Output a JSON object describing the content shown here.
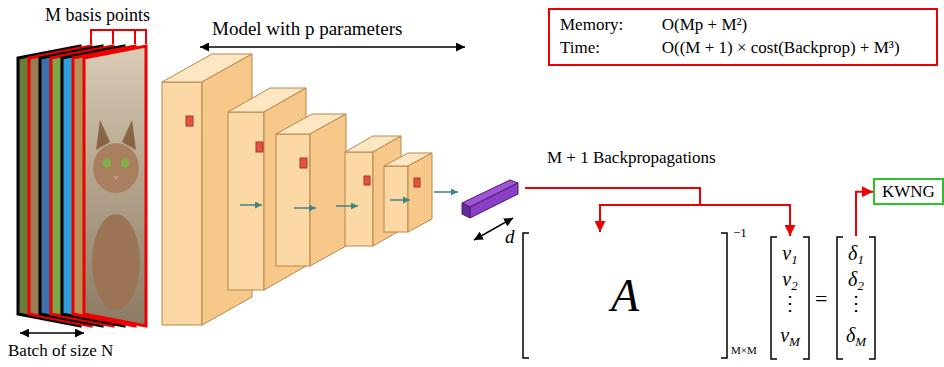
{
  "diagram": {
    "nodes": [
      {
        "text": [
          "Memory:",
          "O(Mp + M²)",
          "Time:",
          "O((M + 1) × cost(Backprop) + M³)"
        ]
      },
      {
        "text": [
          "d"
        ]
      },
      {
        "text": [
          "A"
        ]
      },
      {
        "text": [
          "v",
          "1",
          "v",
          "2",
          "⋮",
          "v",
          "M"
        ]
      },
      {
        "text": [
          "δ",
          "1",
          "δ",
          "2",
          "⋮",
          "δ",
          "M"
        ]
      },
      {
        "text": [
          "KWNG"
        ]
      }
    ],
    "edges": [
      {
        "from": 1,
        "to": 2,
        "arrow": "to",
        "label": "M + 1 Backpropagations"
      },
      {
        "from": 1,
        "to": 3,
        "arrow": "to"
      },
      {
        "from": 4,
        "to": 5,
        "arrow": "to"
      }
    ],
    "labels": [
      "M basis points",
      "Model with p parameters",
      "Batch of size N",
      "−1",
      "M×M",
      "="
    ]
  }
}
